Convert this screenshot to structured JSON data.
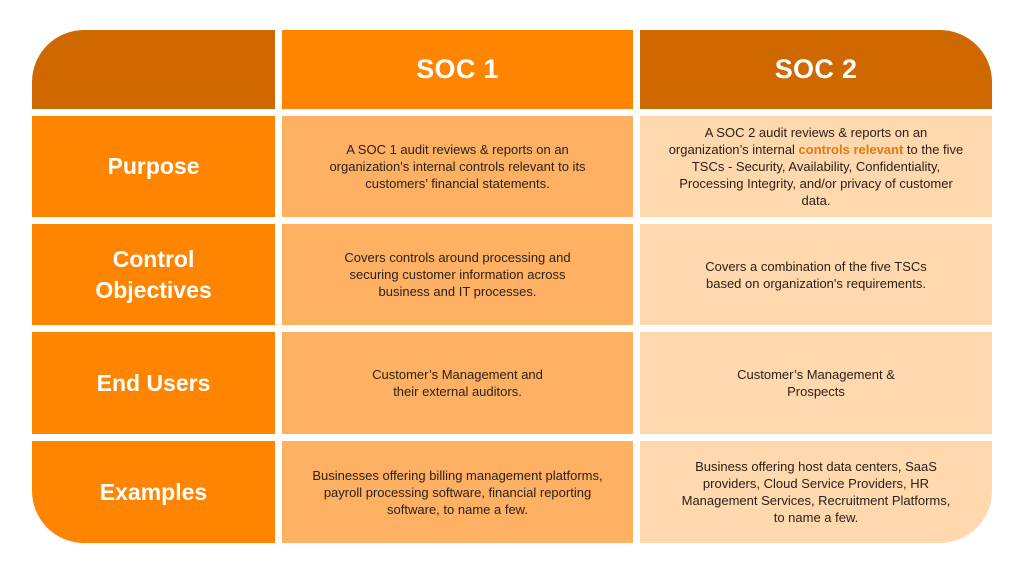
{
  "table": {
    "headers": [
      "",
      "SOC 1",
      "SOC 2"
    ],
    "rows": [
      {
        "label": "Purpose",
        "soc1": "A SOC 1 audit reviews & reports on an organization's internal controls relevant to its customers’ financial statements.",
        "soc2": {
          "before": "A SOC 2 audit reviews & reports on an organization’s internal ",
          "highlight": "controls relevant",
          "after": " to the five TSCs - Security, Availability, Confidentiality, Processing Integrity, and/or privacy of customer data."
        }
      },
      {
        "label": "Control Objectives",
        "soc1": "Covers controls around processing and securing customer information across business and IT processes.",
        "soc2": "Covers a combination of the five TSCs based on organization's requirements."
      },
      {
        "label": "End Users",
        "soc1": "Customer’s Management and their external auditors.",
        "soc2": "Customer’s Management & Prospects"
      },
      {
        "label": "Examples",
        "soc1": "Businesses offering billing management platforms, payroll processing software, financial reporting software, to name a few.",
        "soc2": "Business offering host data centers, SaaS providers, Cloud Service Providers, HR Management Services, Recruitment Platforms, to name a few."
      }
    ]
  },
  "colors": {
    "header_dark": "#d06800",
    "header_orange": "#ff8400",
    "label_orange": "#ff8400",
    "soc1_cell": "#ffb163",
    "soc2_cell": "#ffd9ad",
    "highlight_text": "#e07a10",
    "body_text": "#2b2118"
  }
}
